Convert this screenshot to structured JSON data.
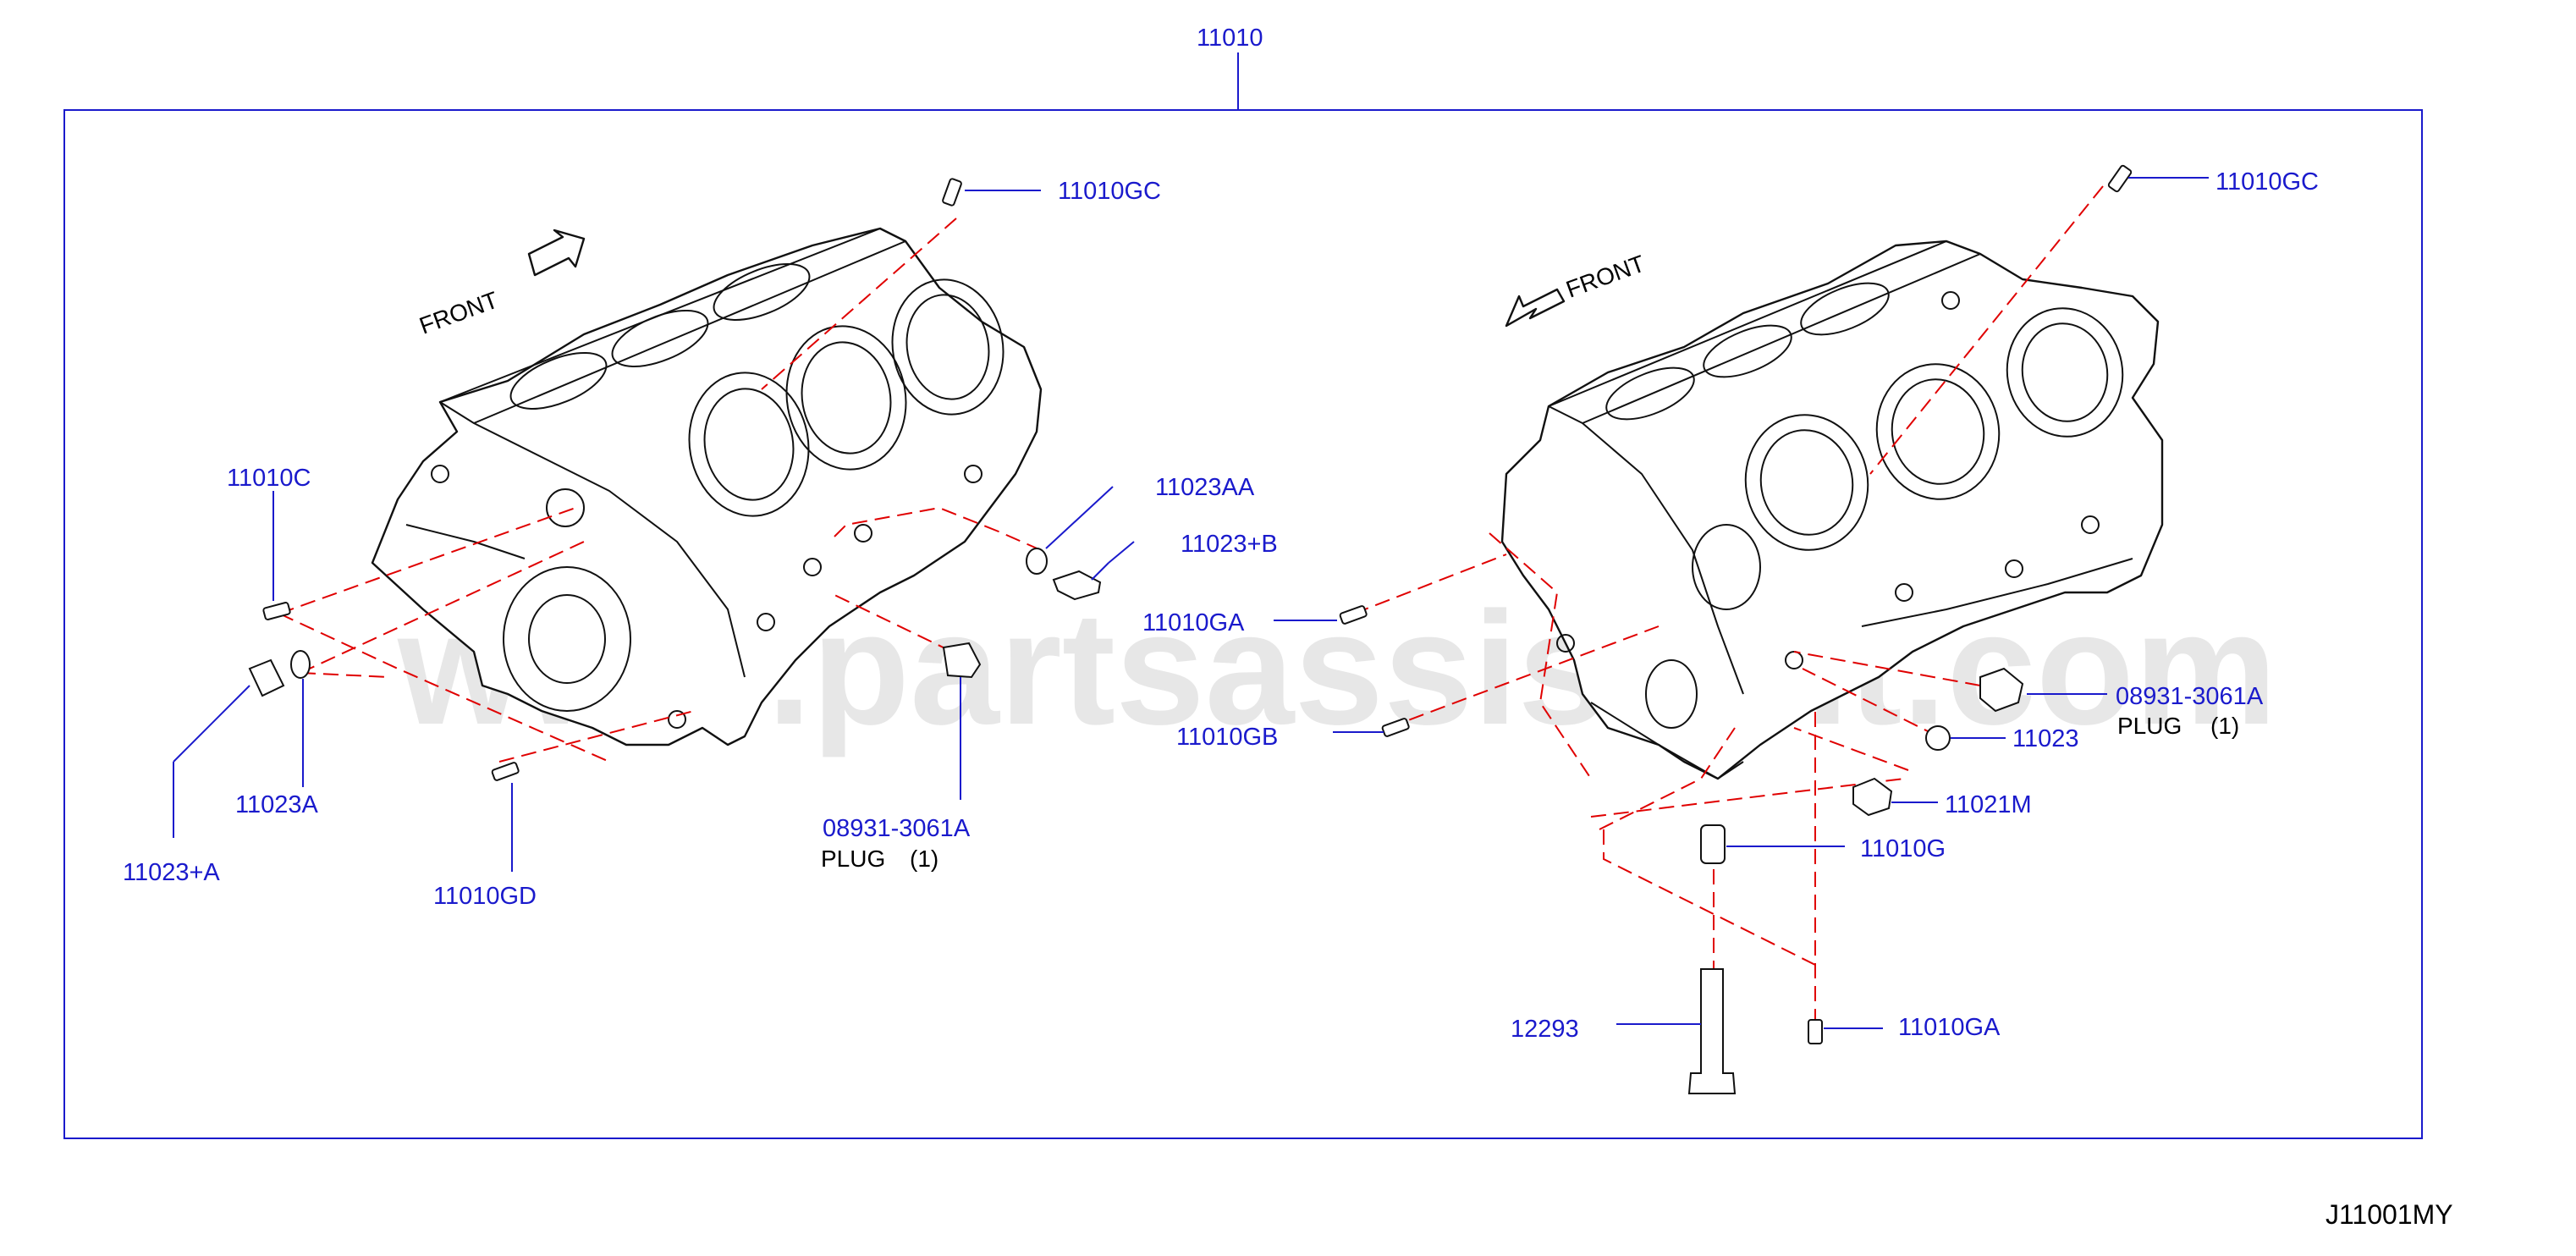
{
  "diagram": {
    "assembly_number": "11010",
    "figure_code": "J11001MY",
    "watermark": "www.partsassistant.com",
    "front_label": "FRONT",
    "left_block": {
      "callouts": {
        "gc": "11010GC",
        "c": "11010C",
        "aa": "11023AA",
        "b": "11023+B",
        "a_plus": "11023+A",
        "a": "11023A",
        "gd": "11010GD",
        "plug_part": "08931-3061A",
        "plug_label": "PLUG",
        "plug_qty": "(1)"
      }
    },
    "right_block": {
      "callouts": {
        "gc": "11010GC",
        "ga": "11010GA",
        "gb": "11010GB",
        "plug_part": "08931-3061A",
        "plug_label": "PLUG",
        "plug_qty": "(1)",
        "p11023": "11023",
        "m": "11021M",
        "g": "11010G",
        "bolt": "12293",
        "ga2": "11010GA"
      }
    }
  }
}
